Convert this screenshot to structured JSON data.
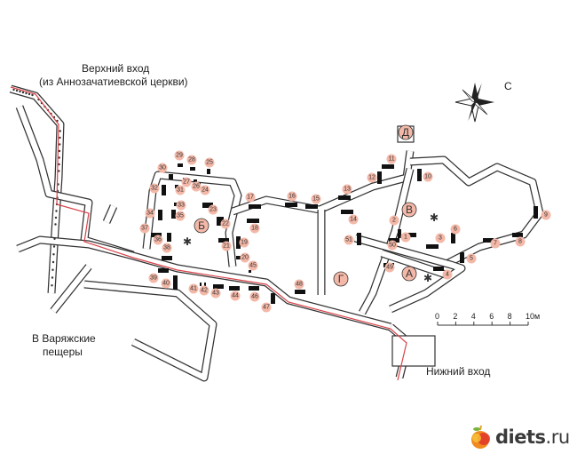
{
  "map": {
    "upper_entrance": "Верхний вход",
    "upper_entrance_note": "(из Аннозачатиевской церкви)",
    "varangian_caves_line1": "В Варяжские",
    "varangian_caves_line2": "пещеры",
    "lower_entrance": "Нижний вход",
    "north_label": "С",
    "scale_ticks": [
      "0",
      "2",
      "4",
      "6",
      "8",
      "10м"
    ],
    "chambers": [
      "А",
      "Б",
      "В",
      "Г",
      "Д"
    ],
    "niches": [
      "1",
      "2",
      "3",
      "4",
      "5",
      "6",
      "7",
      "8",
      "9",
      "10",
      "11",
      "12",
      "13",
      "14",
      "15",
      "16",
      "17",
      "18",
      "19",
      "20",
      "21",
      "22",
      "23",
      "24",
      "25",
      "26",
      "27",
      "28",
      "29",
      "30",
      "31",
      "32",
      "33",
      "34",
      "35",
      "36",
      "37",
      "38",
      "39",
      "40",
      "41",
      "42",
      "43",
      "44",
      "45",
      "46",
      "47",
      "48",
      "49",
      "50",
      "51"
    ]
  },
  "colors": {
    "marker_fill": "#f4b8a8",
    "route": "#d9434a",
    "wall": "#333333"
  },
  "logo": {
    "brand": "diets",
    "tld": ".ru"
  }
}
